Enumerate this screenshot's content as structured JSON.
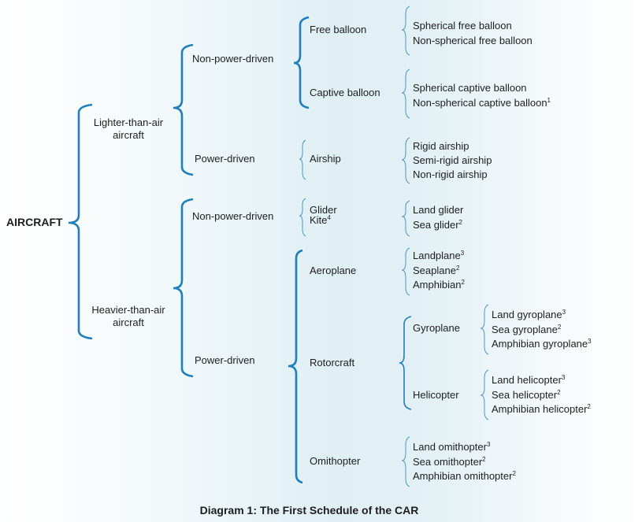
{
  "root": "AIRCRAFT",
  "lighter": {
    "line1": "Lighter-than-air",
    "line2": "aircraft",
    "non_power": {
      "label": "Non-power-driven",
      "free": {
        "label": "Free balloon",
        "items": [
          "Spherical free balloon",
          "Non-spherical free balloon"
        ]
      },
      "captive": {
        "label": "Captive balloon",
        "items": [
          "Spherical captive balloon",
          "Non-spherical captive balloon"
        ],
        "sup": [
          "",
          "1"
        ]
      }
    },
    "power": {
      "label": "Power-driven",
      "airship": {
        "label": "Airship",
        "items": [
          "Rigid airship",
          "Semi-rigid airship",
          "Non-rigid airship"
        ]
      }
    }
  },
  "heavier": {
    "line1": "Heavier-than-air",
    "line2": "aircraft",
    "non_power": {
      "label": "Non-power-driven",
      "glider": "Glider",
      "kite": "Kite",
      "kite_sup": "4",
      "items": [
        "Land glider",
        "Sea glider"
      ],
      "sup": [
        "",
        "2"
      ]
    },
    "power": {
      "label": "Power-driven",
      "aeroplane": {
        "label": "Aeroplane",
        "items": [
          "Landplane",
          "Seaplane",
          "Amphibian"
        ],
        "sup": [
          "3",
          "2",
          "2"
        ]
      },
      "rotorcraft": {
        "label": "Rotorcraft",
        "gyroplane": {
          "label": "Gyroplane",
          "items": [
            "Land gyroplane",
            "Sea gyroplane",
            "Amphibian gyroplane"
          ],
          "sup": [
            "3",
            "2",
            "3"
          ]
        },
        "helicopter": {
          "label": "Helicopter",
          "items": [
            "Land helicopter",
            "Sea helicopter",
            "Amphibian helicopter"
          ],
          "sup": [
            "3",
            "2",
            "2"
          ]
        }
      },
      "ornithopter": {
        "label": "Omithopter",
        "items": [
          "Land omithopter",
          "Sea omithopter",
          "Amphibian omithopter"
        ],
        "sup": [
          "3",
          "2",
          "2"
        ]
      }
    }
  },
  "caption": "Diagram 1: The First Schedule of the CAR",
  "colors": {
    "brace": "#1b7fc0",
    "text": "#1e1e1e"
  }
}
